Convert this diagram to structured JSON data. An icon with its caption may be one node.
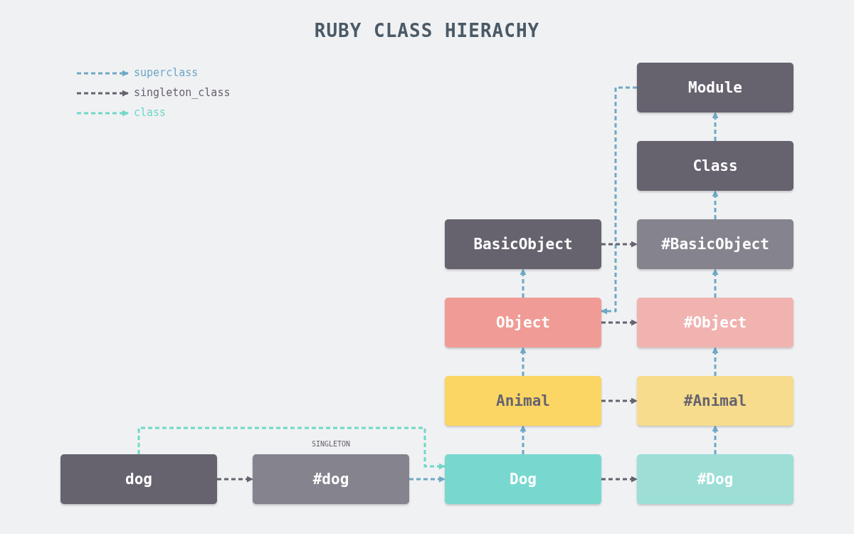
{
  "diagram": {
    "title": "RUBY CLASS HIERACHY",
    "nodes": [
      {
        "text": [
          "Module"
        ]
      },
      {
        "text": [
          "Class"
        ]
      },
      {
        "text": [
          "BasicObject"
        ]
      },
      {
        "text": [
          "#BasicObject"
        ]
      },
      {
        "text": [
          "Object"
        ]
      },
      {
        "text": [
          "#Object"
        ]
      },
      {
        "text": [
          "Animal"
        ]
      },
      {
        "text": [
          "#Animal"
        ]
      },
      {
        "text": [
          "dog"
        ]
      },
      {
        "text": [
          "#dog"
        ],
        "beside": [
          "SINGLETON"
        ]
      },
      {
        "text": [
          "Dog"
        ]
      },
      {
        "text": [
          "#Dog"
        ]
      }
    ],
    "edges": [
      {
        "from": 1,
        "to": 0,
        "arrow": "to",
        "style": "dashed"
      },
      {
        "from": 3,
        "to": 1,
        "arrow": "to",
        "style": "dashed"
      },
      {
        "from": 0,
        "to": 4,
        "arrow": "to",
        "style": "dashed"
      },
      {
        "from": 2,
        "to": 3,
        "arrow": "to",
        "style": "dashed",
        "color": "#66636f"
      },
      {
        "from": 4,
        "to": 2,
        "arrow": "to",
        "style": "dashed"
      },
      {
        "from": 5,
        "to": 3,
        "arrow": "to",
        "style": "dashed"
      },
      {
        "from": 4,
        "to": 5,
        "arrow": "to",
        "style": "dashed",
        "color": "#66636f"
      },
      {
        "from": 6,
        "to": 4,
        "arrow": "to",
        "style": "dashed"
      },
      {
        "from": 7,
        "to": 5,
        "arrow": "to",
        "style": "dashed"
      },
      {
        "from": 6,
        "to": 7,
        "arrow": "to",
        "style": "dashed",
        "color": "#66636f"
      },
      {
        "from": 10,
        "to": 6,
        "arrow": "to",
        "style": "dashed"
      },
      {
        "from": 11,
        "to": 7,
        "arrow": "to",
        "style": "dashed"
      },
      {
        "from": 8,
        "to": 10,
        "arrow": "to",
        "style": "dashed",
        "color": "#6fd8c8"
      },
      {
        "from": 8,
        "to": 9,
        "arrow": "to",
        "style": "dashed",
        "color": "#66636f"
      },
      {
        "from": 9,
        "to": 10,
        "arrow": "to",
        "style": "dashed"
      },
      {
        "from": 10,
        "to": 11,
        "arrow": "to",
        "style": "dashed",
        "color": "#66636f"
      }
    ],
    "legend": [
      {
        "text": "superclass"
      },
      {
        "text": "singleton_class"
      },
      {
        "text": "class"
      }
    ]
  }
}
